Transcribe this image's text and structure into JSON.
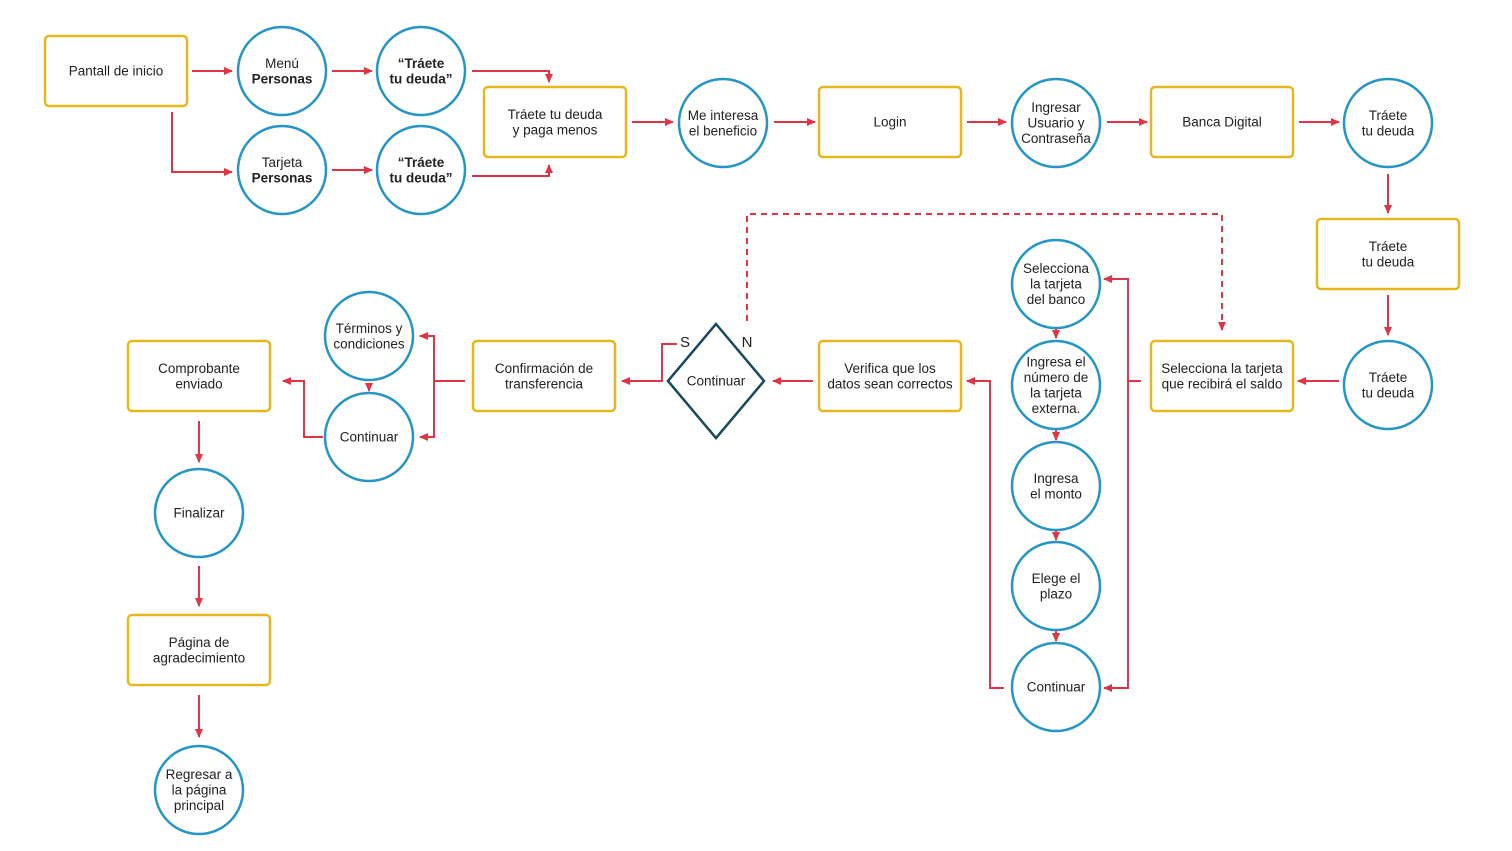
{
  "colors": {
    "box_stroke": "#e7b81d",
    "circle_stroke": "#2596c6",
    "diamond_stroke": "#17485f",
    "arrow": "#e03546",
    "text": "#222222"
  },
  "nodes": {
    "inicio": {
      "shape": "box",
      "lines": [
        "Pantall de inicio"
      ]
    },
    "menu_personas": {
      "shape": "circle",
      "lines": [
        "Menú",
        "Personas"
      ],
      "bold": [
        false,
        true
      ]
    },
    "tarjeta_personas": {
      "shape": "circle",
      "lines": [
        "Tarjeta",
        "Personas"
      ],
      "bold": [
        false,
        true
      ]
    },
    "traete_a": {
      "shape": "circle",
      "lines": [
        "“Tráete",
        "tu deuda”"
      ],
      "bold": [
        true,
        true
      ]
    },
    "traete_b": {
      "shape": "circle",
      "lines": [
        "“Tráete",
        "tu deuda”"
      ],
      "bold": [
        true,
        true
      ]
    },
    "traete_paga": {
      "shape": "box",
      "lines": [
        "Tráete tu deuda",
        "y paga menos"
      ]
    },
    "me_interesa": {
      "shape": "circle",
      "lines": [
        "Me interesa",
        "el beneficio"
      ]
    },
    "login": {
      "shape": "box",
      "lines": [
        "Login"
      ]
    },
    "ingresar_usuario": {
      "shape": "circle",
      "lines": [
        "Ingresar",
        "Usuario y",
        "Contraseña"
      ]
    },
    "banca_digital": {
      "shape": "box",
      "lines": [
        "Banca Digital"
      ]
    },
    "traete_c1": {
      "shape": "circle",
      "lines": [
        "Tráete",
        "tu deuda"
      ]
    },
    "traete_box": {
      "shape": "box",
      "lines": [
        "Tráete",
        "tu deuda"
      ]
    },
    "traete_c2": {
      "shape": "circle",
      "lines": [
        "Tráete",
        "tu deuda"
      ]
    },
    "selecciona_saldo": {
      "shape": "box",
      "lines": [
        "Selecciona la tarjeta",
        "que recibirá el saldo"
      ]
    },
    "selecciona_banco": {
      "shape": "circle",
      "lines": [
        "Selecciona",
        "la tarjeta",
        "del banco"
      ]
    },
    "ingresa_numero": {
      "shape": "circle",
      "lines": [
        "Ingresa el",
        "número de",
        "la tarjeta",
        "externa."
      ]
    },
    "ingresa_monto": {
      "shape": "circle",
      "lines": [
        "Ingresa",
        "el monto"
      ]
    },
    "elige_plazo": {
      "shape": "circle",
      "lines": [
        "Elege el",
        "plazo"
      ]
    },
    "continuar_col": {
      "shape": "circle",
      "lines": [
        "Continuar"
      ]
    },
    "verifica": {
      "shape": "box",
      "lines": [
        "Verifica que los",
        "datos sean correctos"
      ]
    },
    "decision": {
      "shape": "diamond",
      "lines": [
        "Continuar"
      ],
      "yes_label": "S",
      "no_label": "N"
    },
    "confirmacion": {
      "shape": "box",
      "lines": [
        "Confirmación de",
        "transferencia"
      ]
    },
    "terminos": {
      "shape": "circle",
      "lines": [
        "Términos y",
        "condiciones"
      ]
    },
    "continuar_b": {
      "shape": "circle",
      "lines": [
        "Continuar"
      ]
    },
    "comprobante": {
      "shape": "box",
      "lines": [
        "Comprobante",
        "enviado"
      ]
    },
    "finalizar": {
      "shape": "circle",
      "lines": [
        "Finalizar"
      ]
    },
    "agradecimiento": {
      "shape": "box",
      "lines": [
        "Página de",
        "agradecimiento"
      ]
    },
    "regresar": {
      "shape": "circle",
      "lines": [
        "Regresar a",
        "la página",
        "principal"
      ]
    }
  }
}
